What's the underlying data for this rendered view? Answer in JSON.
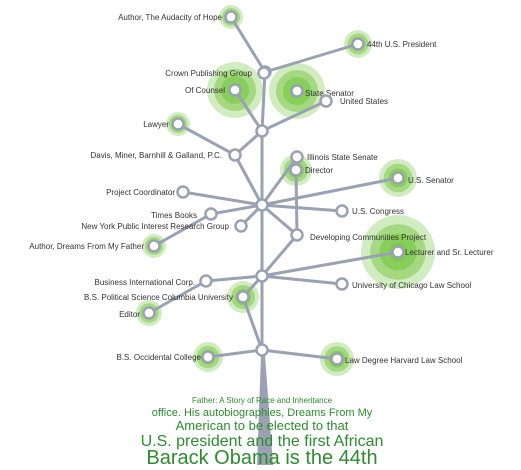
{
  "colors": {
    "branch": "#9aa1b3",
    "node_stroke": "#9aa1b3",
    "node_fill": "#ffffff",
    "halo": "#7cc94a",
    "label": "#333333",
    "bio_text": "#2e8b2e"
  },
  "nodes": [
    {
      "id": "audacity",
      "label": "Author, The Audacity of Hope"
    },
    {
      "id": "president44",
      "label": "44th U.S. President"
    },
    {
      "id": "crown",
      "label": "Crown Publishing Group"
    },
    {
      "id": "counsel",
      "label": "Of Counsel"
    },
    {
      "id": "statesenator",
      "label": "State Senator"
    },
    {
      "id": "unitedstates",
      "label": "United States"
    },
    {
      "id": "lawyer",
      "label": "Lawyer"
    },
    {
      "id": "davis",
      "label": "Davis, Miner, Barnhill & Galland, P.C."
    },
    {
      "id": "ilsenate",
      "label": "Illinois State Senate"
    },
    {
      "id": "director",
      "label": "Director"
    },
    {
      "id": "ussenator",
      "label": "U.S. Senator"
    },
    {
      "id": "projcoord",
      "label": "Project Coordinator"
    },
    {
      "id": "timesbooks",
      "label": "Times Books"
    },
    {
      "id": "nypirg",
      "label": "New York Public Interest Research Group"
    },
    {
      "id": "uscongress",
      "label": "U.S. Congress"
    },
    {
      "id": "dcp",
      "label": "Developing Communities Project"
    },
    {
      "id": "dreams",
      "label": "Author, Dreams From My Father"
    },
    {
      "id": "lecturer",
      "label": "Lecturer and Sr. Lecturer"
    },
    {
      "id": "bic",
      "label": "Business International Corp."
    },
    {
      "id": "uchicago",
      "label": "University of Chicago Law School"
    },
    {
      "id": "bscolumbia",
      "label": "B.S. Political Science Columbia University"
    },
    {
      "id": "editor",
      "label": "Editor"
    },
    {
      "id": "occidental",
      "label": "B.S. Occidental College"
    },
    {
      "id": "harvard",
      "label": "Law Degree Harvard Law School"
    }
  ],
  "biography_lines": [
    "Barack Obama is the 44th",
    "U.S. president and the first African",
    "American to be elected to that",
    "office. His autobiographies, Dreams From My",
    "Father: A Story of Race and Inheritance"
  ]
}
